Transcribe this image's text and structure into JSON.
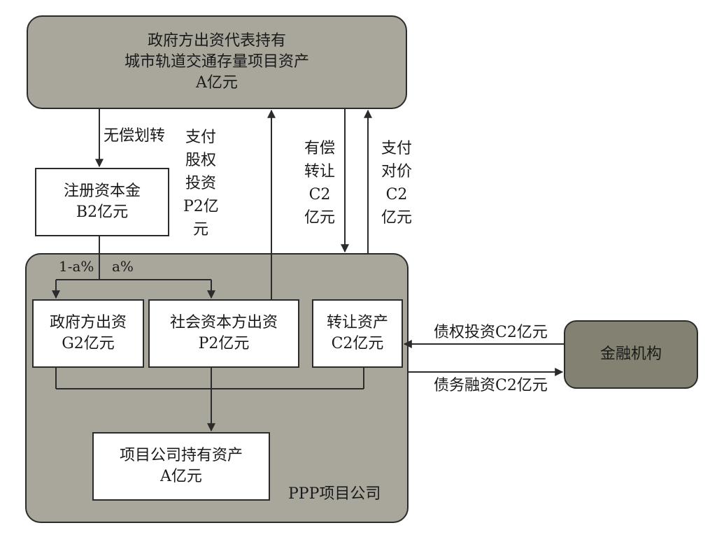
{
  "government_holder": {
    "lines": [
      "政府方出资代表持有",
      "城市轨道交通存量项目资产",
      "A亿元"
    ]
  },
  "ppp_company": {
    "label": "PPP项目公司"
  },
  "registered_capital": {
    "lines": [
      "注册资本金",
      "B2亿元"
    ]
  },
  "gov_contribution": {
    "lines": [
      "政府方出资",
      "G2亿元"
    ]
  },
  "social_capital_contribution": {
    "lines": [
      "社会资本方出资",
      "P2亿元"
    ]
  },
  "transferred_assets": {
    "lines": [
      "转让资产",
      "C2亿元"
    ]
  },
  "company_assets": {
    "lines": [
      "项目公司持有资产",
      "A亿元"
    ]
  },
  "financial_institution": {
    "label": "金融机构"
  },
  "flows": {
    "free_transfer": "无偿划转",
    "equity_payment": [
      "支付",
      "股权",
      "投资",
      "P2亿",
      "元"
    ],
    "paid_transfer": [
      "有偿",
      "转让",
      "C2",
      "亿元"
    ],
    "consideration": [
      "支付",
      "对价",
      "C2",
      "亿元"
    ],
    "split_left": "1-a%",
    "split_right": "a%",
    "debt_investment": "债权投资C2亿元",
    "debt_financing": "债务融资C2亿元"
  }
}
